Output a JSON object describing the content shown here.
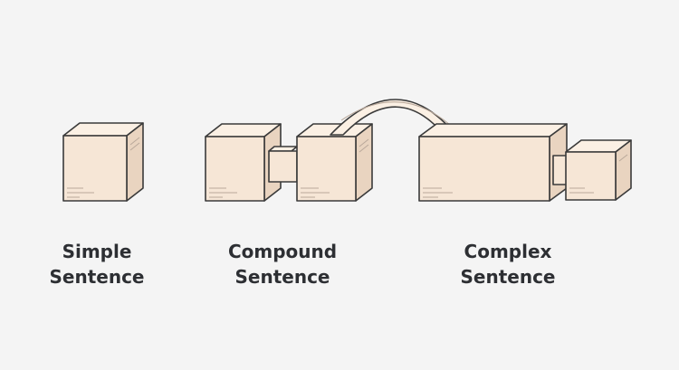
{
  "labels": {
    "simple": {
      "line1": "Simple",
      "line2": "Sentence"
    },
    "compound": {
      "line1": "Compound",
      "line2": "Sentence"
    },
    "complex": {
      "line1": "Complex",
      "line2": "Sentence"
    }
  },
  "colors": {
    "background": "#f4f4f4",
    "block_front": "#f6e6d6",
    "block_top": "#fbf0e4",
    "block_side": "#e9d4c0",
    "outline": "#3a3a3a",
    "text": "#2d2f33"
  }
}
